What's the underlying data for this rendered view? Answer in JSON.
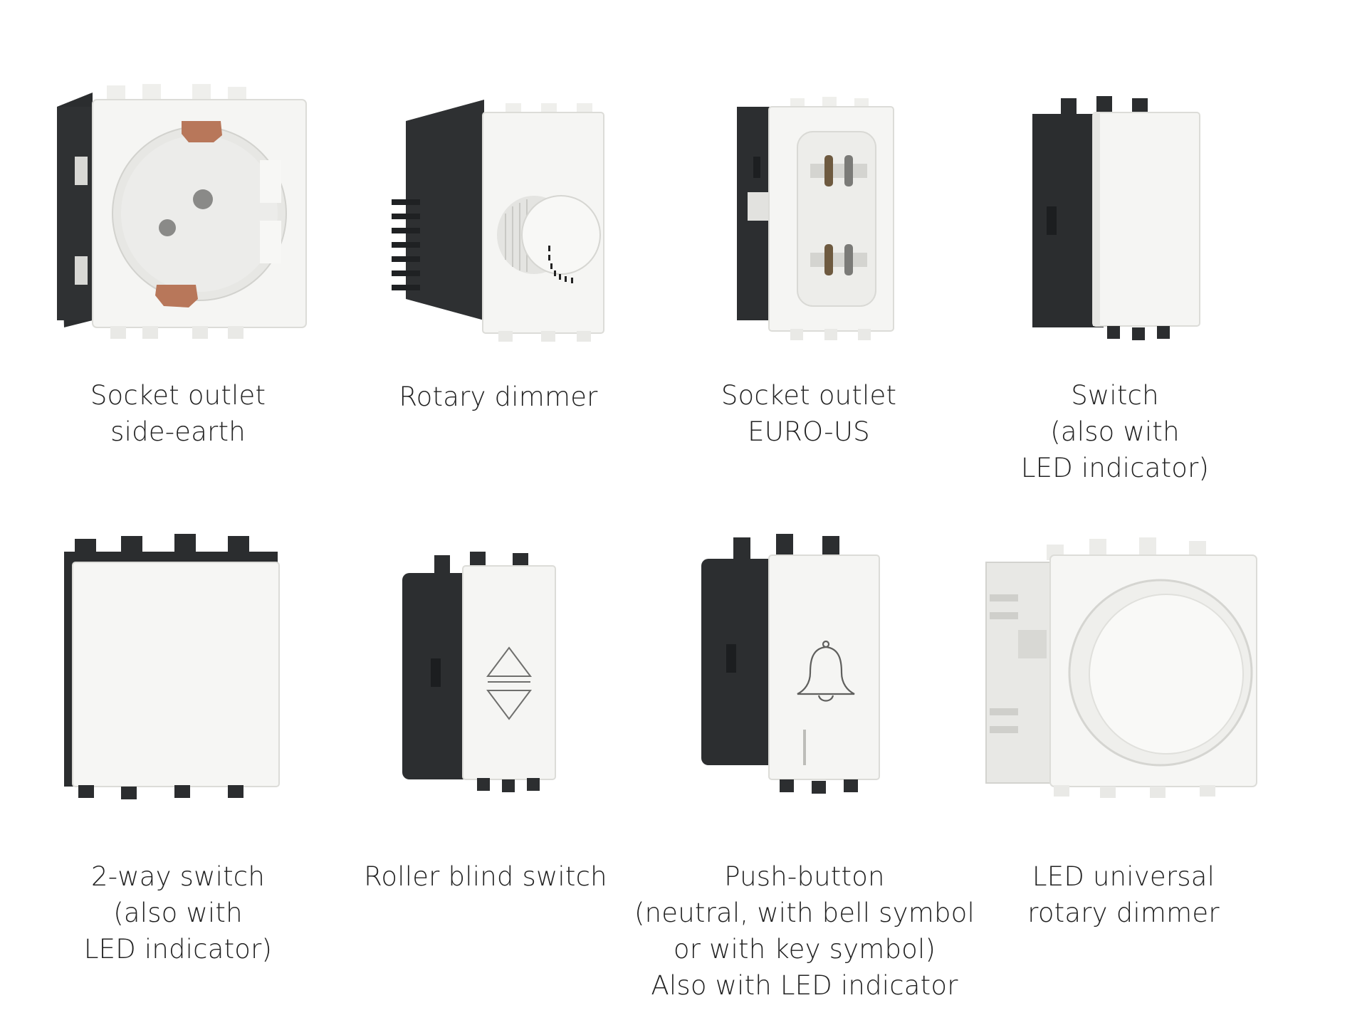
{
  "products": [
    {
      "id": "socket-outlet-side-earth",
      "lines": [
        "Socket outlet",
        "side-earth"
      ],
      "icon": "schuko-socket-icon"
    },
    {
      "id": "rotary-dimmer",
      "lines": [
        "Rotary dimmer"
      ],
      "icon": "rotary-knob-icon"
    },
    {
      "id": "socket-outlet-euro-us",
      "lines": [
        "Socket outlet",
        "EURO-US"
      ],
      "icon": "euro-us-socket-icon"
    },
    {
      "id": "switch",
      "lines": [
        "Switch",
        "(also with",
        "LED indicator)"
      ],
      "icon": "rocker-switch-icon"
    },
    {
      "id": "two-way-switch",
      "lines": [
        "2-way switch",
        "(also with",
        "LED indicator)"
      ],
      "icon": "wide-rocker-switch-icon"
    },
    {
      "id": "roller-blind-switch",
      "lines": [
        "Roller blind switch"
      ],
      "icon": "up-down-arrows-icon"
    },
    {
      "id": "push-button",
      "lines": [
        "Push-button",
        "(neutral, with bell symbol",
        "or with key symbol)",
        "Also with LED indicator"
      ],
      "icon": "bell-icon"
    },
    {
      "id": "led-universal-rotary-dimmer",
      "lines": [
        "LED universal",
        "rotary dimmer"
      ],
      "icon": "large-rotary-knob-icon"
    }
  ],
  "colors": {
    "module_white": "#f4f4f2",
    "module_shade": "#e3e3e0",
    "housing_dark": "#2b2d2f",
    "housing_mid": "#3b3d40",
    "copper": "#b8775a"
  }
}
